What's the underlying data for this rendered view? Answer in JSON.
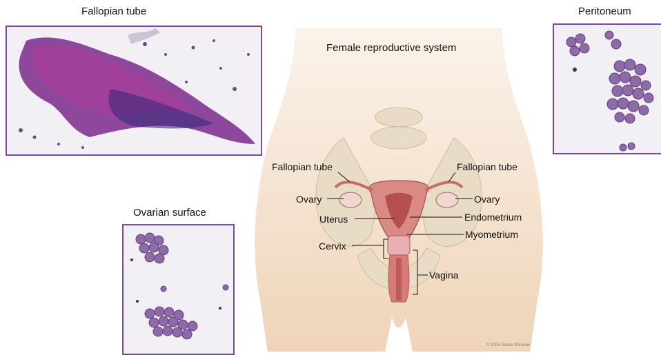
{
  "captions": {
    "fallopian_tube": "Fallopian tube",
    "peritoneum": "Peritoneum",
    "ovarian_surface": "Ovarian surface"
  },
  "anatomy": {
    "title": "Female reproductive system",
    "labels": {
      "fallopian_tube_left": "Fallopian tube",
      "fallopian_tube_right": "Fallopian tube",
      "ovary_left": "Ovary",
      "ovary_right": "Ovary",
      "uterus": "Uterus",
      "endometrium": "Endometrium",
      "cervix": "Cervix",
      "myometrium": "Myometrium",
      "vagina": "Vagina"
    },
    "copyright": "© 2009 Terese Winslow"
  },
  "colors": {
    "frame": "#7c4a9a",
    "skin": "#f2d9bf",
    "uterus": "#d98a84",
    "stain": "#5a2d7a"
  }
}
